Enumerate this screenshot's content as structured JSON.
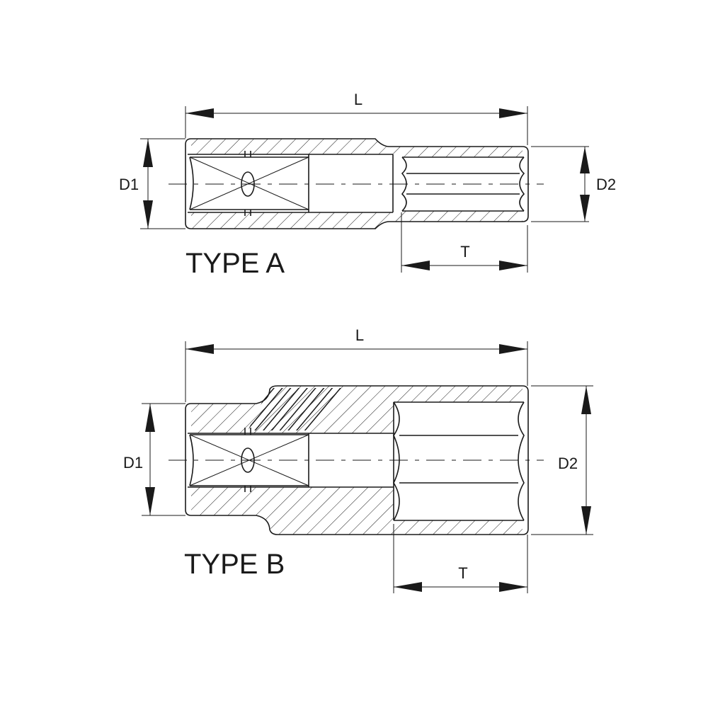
{
  "diagram_a": {
    "type_label": "TYPE A",
    "dim_L": "L",
    "dim_D1": "D1",
    "dim_D2": "D2",
    "dim_T": "T"
  },
  "diagram_b": {
    "type_label": "TYPE B",
    "dim_L": "L",
    "dim_D1": "D1",
    "dim_D2": "D2",
    "dim_T": "T"
  }
}
